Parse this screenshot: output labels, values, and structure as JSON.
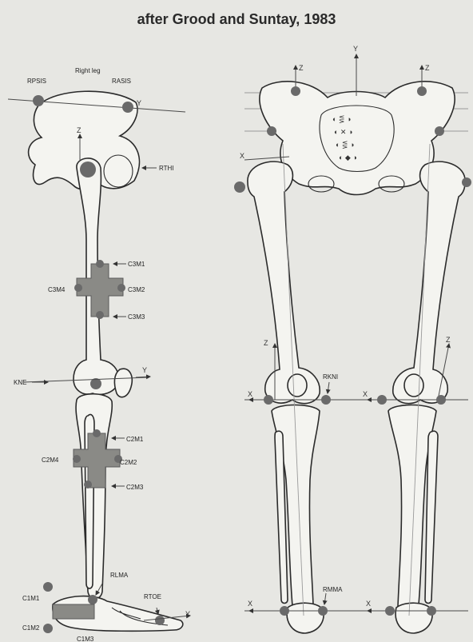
{
  "title": "after Grood and Suntay, 1983",
  "left_panel": {
    "heading": "Right leg",
    "labels": {
      "rpsis": "RPSIS",
      "rasis": "RASIS",
      "rthi": "RTHI",
      "c3m1": "C3M1",
      "c3m2": "C3M2",
      "c3m3": "C3M3",
      "c3m4": "C3M4",
      "kne": "KNE",
      "c2m1": "C2M1",
      "c2m2": "C2M2",
      "c2m3": "C2M3",
      "c2m4": "C2M4",
      "rlma": "RLMA",
      "rtoe": "RTOE",
      "c1m1": "C1M1",
      "c1m2": "C1M2",
      "c1m3": "C1M3"
    },
    "axes": {
      "y": "Y",
      "z": "Z"
    }
  },
  "right_panel": {
    "labels": {
      "rkni": "RKNI",
      "rmma": "RMMA"
    },
    "axes": {
      "x": "X",
      "y": "Y",
      "z": "Z"
    }
  }
}
